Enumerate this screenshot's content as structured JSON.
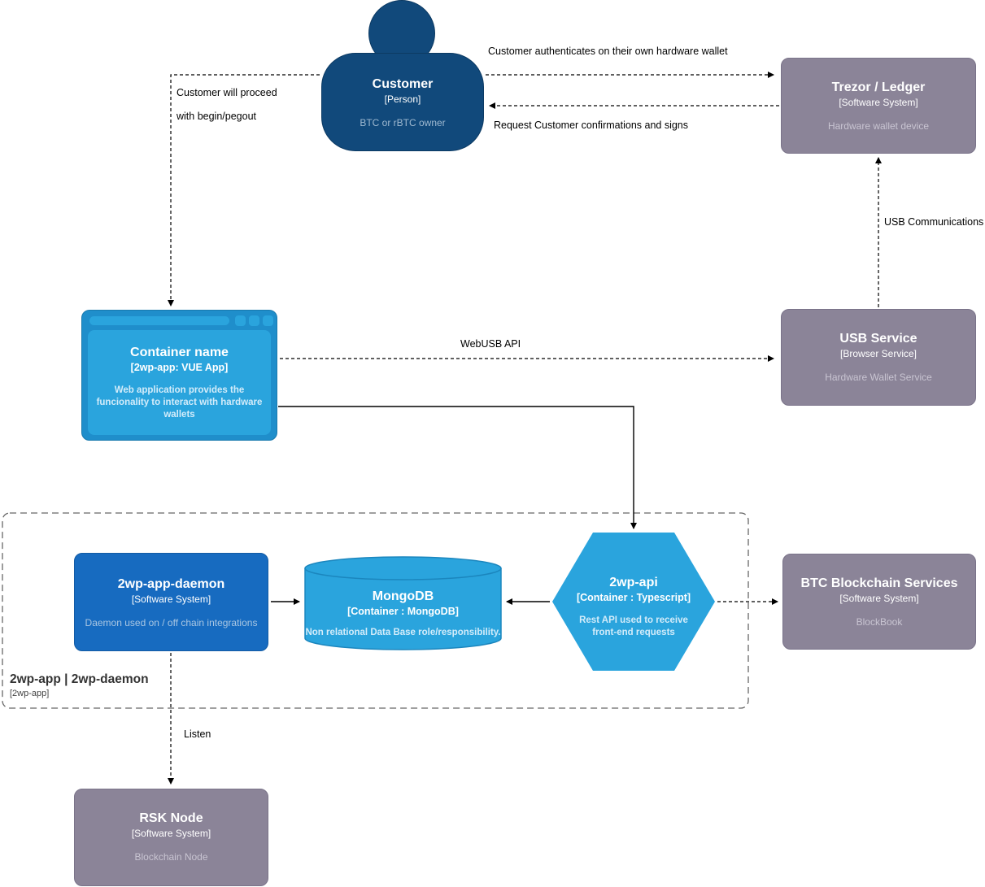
{
  "diagram": {
    "nodes": {
      "customer": {
        "title": "Customer",
        "subtitle": "[Person]",
        "description": "BTC or rBTC owner"
      },
      "trezor": {
        "title": "Trezor / Ledger",
        "subtitle": "[Software System]",
        "description": "Hardware wallet device"
      },
      "usb_service": {
        "title": "USB Service",
        "subtitle": "[Browser Service]",
        "description": "Hardware Wallet Service"
      },
      "container": {
        "title": "Container name",
        "subtitle": "[2wp-app: VUE App]",
        "description": "Web application provides the funcionality to interact with hardware wallets"
      },
      "daemon": {
        "title": "2wp-app-daemon",
        "subtitle": "[Software System]",
        "description": "Daemon used on / off chain integrations"
      },
      "mongodb": {
        "title": "MongoDB",
        "subtitle": "[Container : MongoDB]",
        "description": "Non relational Data Base role/responsibility."
      },
      "api": {
        "title": "2wp-api",
        "subtitle": "[Container : Typescript]",
        "description": "Rest API used to receive front-end requests"
      },
      "btc": {
        "title": "BTC Blockchain Services",
        "subtitle": "[Software System]",
        "description": "BlockBook"
      },
      "rsk": {
        "title": "RSK Node",
        "subtitle": "[Software System]",
        "description": "Blockchain Node"
      }
    },
    "boundary": {
      "title": "2wp-app | 2wp-daemon",
      "subtitle": "[2wp-app]"
    },
    "edge_labels": {
      "authenticates": "Customer authenticates on their own hardware wallet",
      "confirmations": "Request Customer confirmations and signs",
      "proceed_line1": "Customer will proceed",
      "proceed_line2": "with begin/pegout",
      "webusb": "WebUSB API",
      "usb_comm": "USB Communications",
      "listen": "Listen"
    },
    "colors": {
      "person_fill": "#11497b",
      "system_blue_fill": "#176bc0",
      "container_blue_fill": "#2aa4dd",
      "browser_frame_fill": "#1f8ecb",
      "external_gray_fill": "#8b8498",
      "edge_stroke": "#000000",
      "boundary_stroke": "#666666"
    }
  }
}
